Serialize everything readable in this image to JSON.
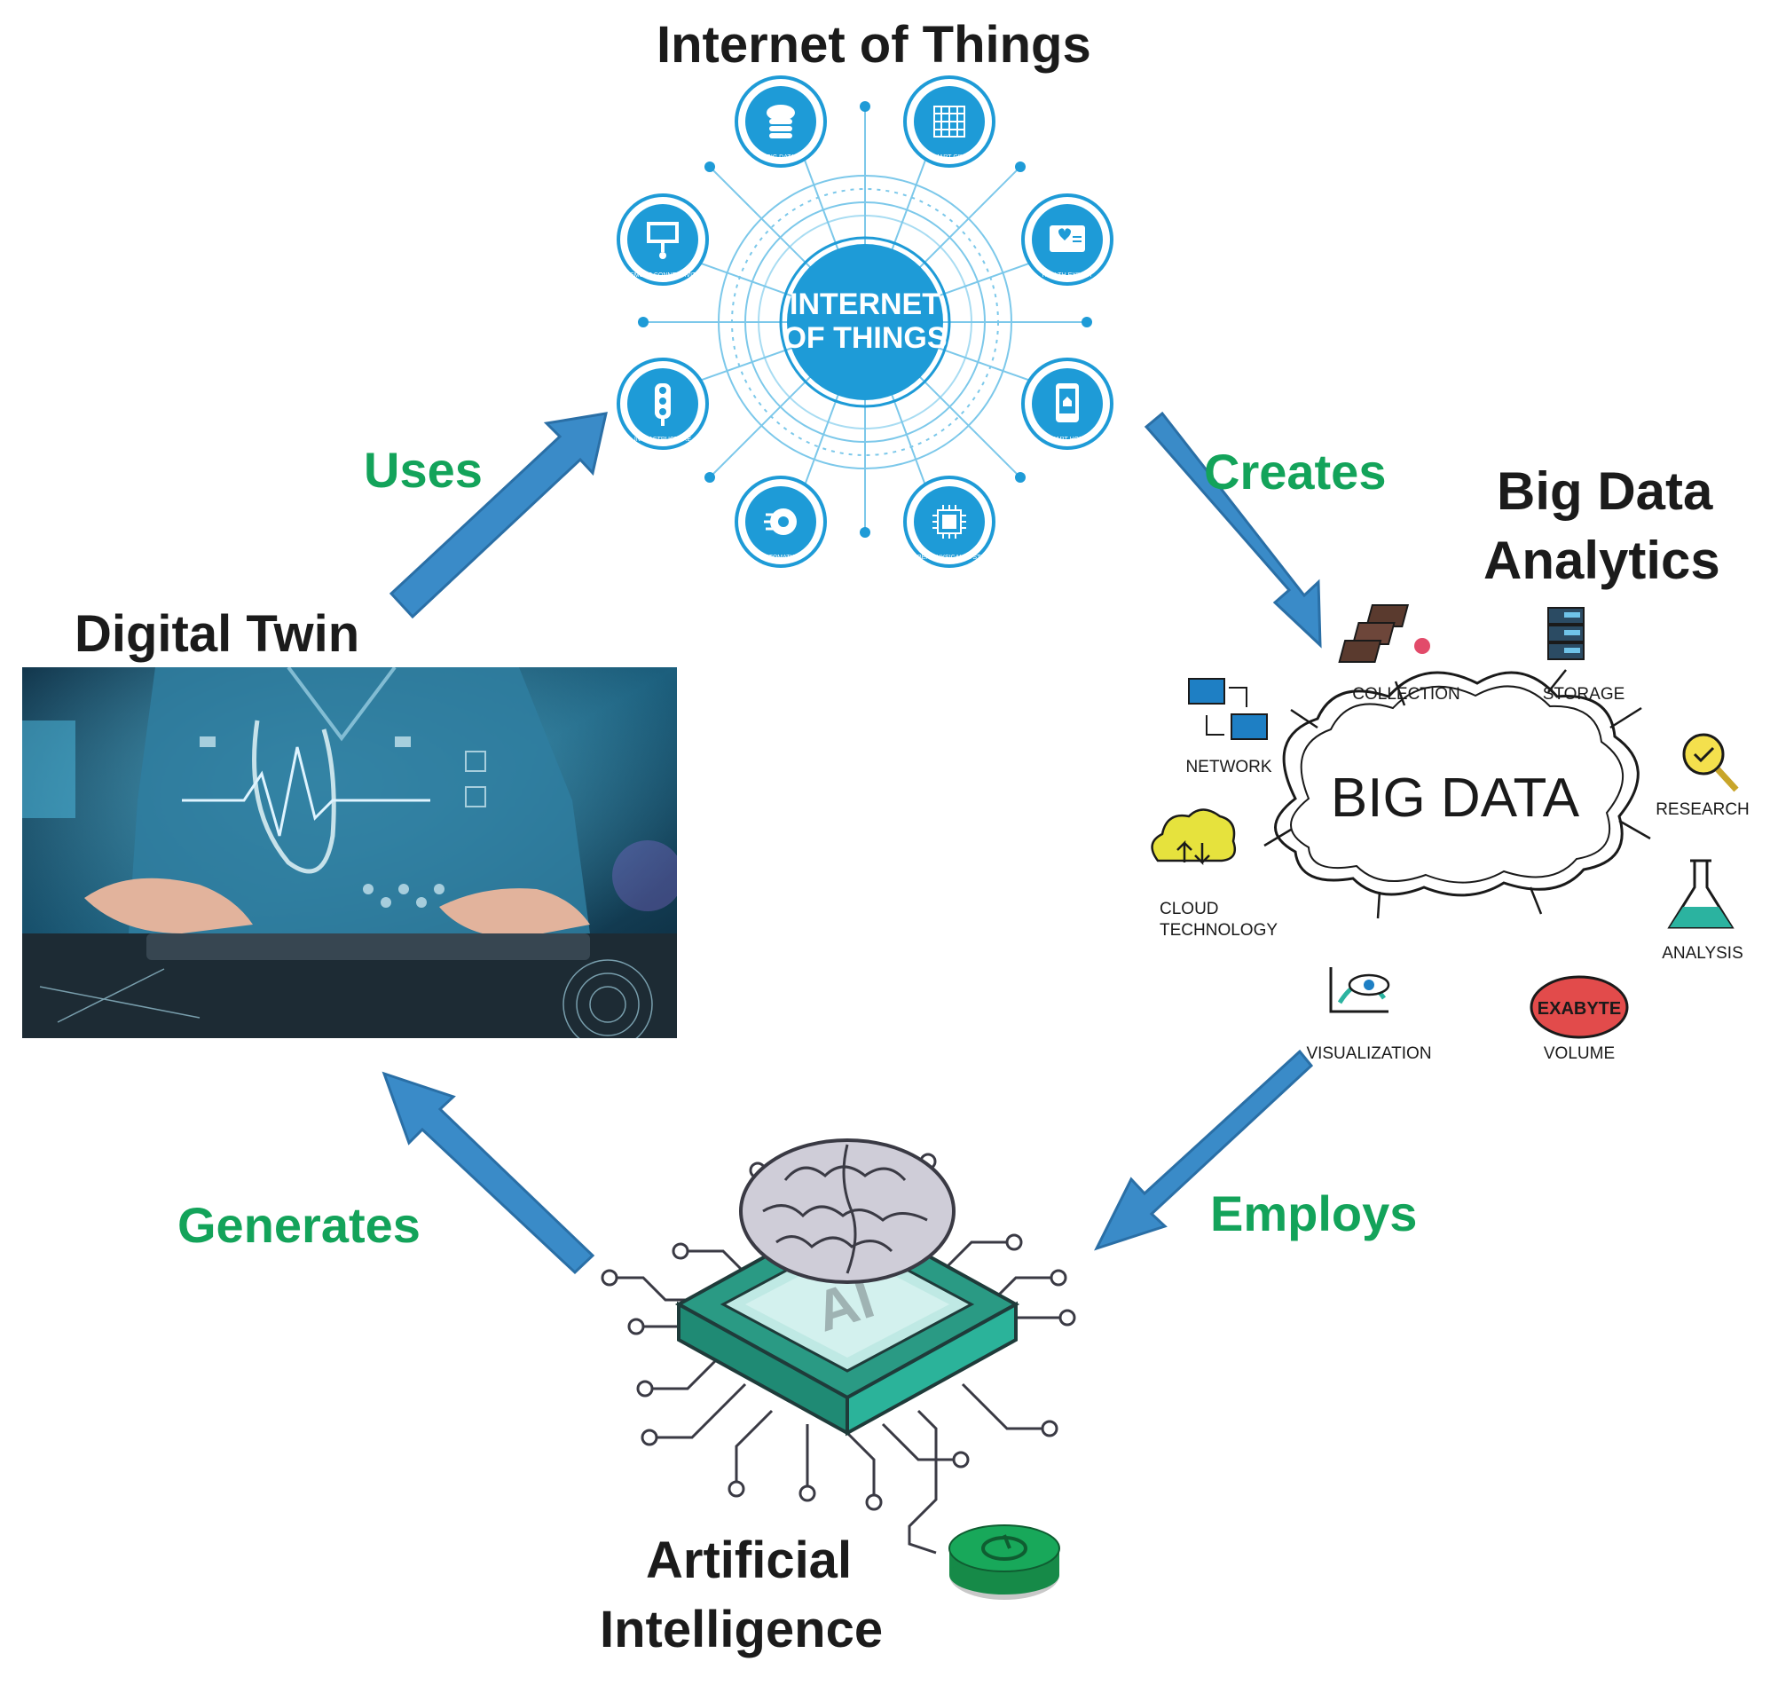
{
  "nodes": {
    "iot": "Internet of Things",
    "big_data_analytics": [
      "Big Data",
      "Analytics"
    ],
    "ai": [
      "Artificial",
      "Intelligence"
    ],
    "digital_twin": "Digital Twin"
  },
  "edges": {
    "uses": "Uses",
    "creates": "Creates",
    "employs": "Employs",
    "generates": "Generates"
  },
  "iot_hub": {
    "line1": "INTERNET",
    "line2": "OF THINGS",
    "satellites": [
      {
        "icon": "cloud-database-icon",
        "label": "BIG DATA"
      },
      {
        "icon": "grid-icon",
        "label": "SMART GRID"
      },
      {
        "icon": "health-monitor-icon",
        "label": "HEALTH EXPERT"
      },
      {
        "icon": "smartphone-icon",
        "label": "SMART HOME"
      },
      {
        "icon": "chip-icon",
        "label": "CYBER-PHYSICAL SYSTEM"
      },
      {
        "icon": "gear-icon",
        "label": "AUTOMATION"
      },
      {
        "icon": "traffic-light-icon",
        "label": "INFRASTRUCTURE"
      },
      {
        "icon": "monitor-icon",
        "label": "REMOTE CONNECTIVITY"
      }
    ]
  },
  "big_data_cloud": {
    "center": "BIG DATA",
    "items": {
      "collection": "COLLECTION",
      "storage": "STORAGE",
      "network": "NETWORK",
      "research": "RESEARCH",
      "cloud_technology": [
        "CLOUD",
        "TECHNOLOGY"
      ],
      "analysis": "ANALYSIS",
      "visualization": "VISUALIZATION",
      "volume": "VOLUME",
      "volume_badge": "EXABYTE"
    }
  },
  "ai_chip": {
    "text": "AI"
  },
  "colors": {
    "arrow": "#3a8bc8",
    "edge_label": "#13a35a",
    "title": "#1b1b1b",
    "iot_blue": "#1e9bd7",
    "chip_teal": "#2bb39a",
    "button_green": "#18a85a"
  }
}
